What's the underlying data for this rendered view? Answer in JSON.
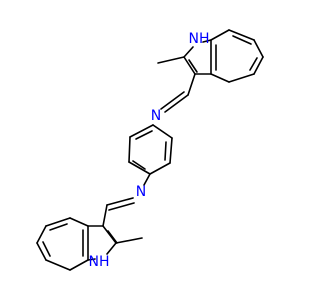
{
  "molecule": {
    "atom_labels": {
      "nh_top": "NH",
      "n_top": "N",
      "n_bottom": "N",
      "nh_bottom": "NH"
    },
    "label_color": "#0000ff",
    "bond_color": "#000000",
    "background": "#ffffff"
  }
}
